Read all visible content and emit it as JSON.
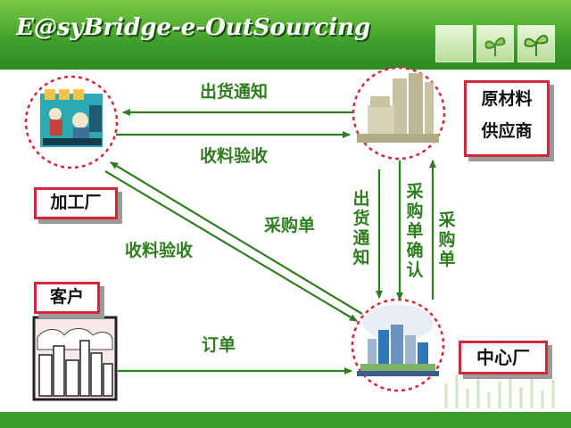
{
  "header": {
    "title": "E@syBridge-e-OutSourcing"
  },
  "nodes": {
    "processing_plant": "加工厂",
    "raw_material_supplier": "原材料供应商",
    "supplier_line1": "原材料",
    "supplier_line2": "供应商",
    "customer": "客户",
    "center_plant": "中心厂"
  },
  "edges": {
    "ship_notice_top": "出货通知",
    "receipt_inspection_top": "收料验收",
    "purchase_order_diag": "采购单",
    "receipt_inspection_diag": "收料验收",
    "order": "订单",
    "ship_notice_vertical": "出货通知",
    "po_confirm_vertical": "采购单确认",
    "purchase_order_vertical": "采购单"
  },
  "colors": {
    "header_green": "#3f9f2c",
    "arrow_green": "#2e7d1f",
    "label_green": "#2e7d1f",
    "box_border_red": "#d6263a",
    "circle_red": "#d6263a"
  }
}
